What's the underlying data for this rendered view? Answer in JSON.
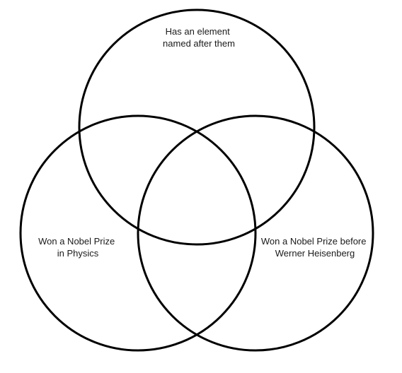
{
  "diagram": {
    "type": "venn",
    "stroke_color": "#000000",
    "text_color": "#1a1a1a",
    "sets": [
      {
        "id": "top",
        "label_lines": [
          "Has an element",
          "named after them"
        ]
      },
      {
        "id": "left",
        "label_lines": [
          "Won a Nobel Prize",
          "in Physics"
        ]
      },
      {
        "id": "right",
        "label_lines": [
          "Won a Nobel Prize before",
          "Werner Heisenberg"
        ]
      }
    ]
  }
}
